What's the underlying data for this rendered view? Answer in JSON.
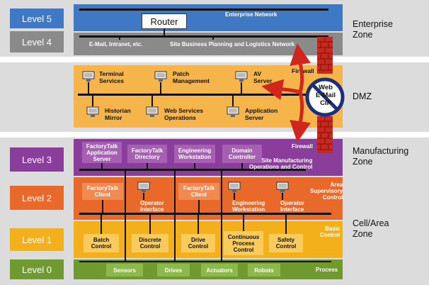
{
  "levels": {
    "l5": "Level 5",
    "l4": "Level 4",
    "l3": "Level 3",
    "l2": "Level 2",
    "l1": "Level 1",
    "l0": "Level 0"
  },
  "zones": {
    "enterprise": "Enterprise\nZone",
    "dmz": "DMZ",
    "manufacturing": "Manufacturing\nZone",
    "cell": "Cell/Area\nZone"
  },
  "enterprise": {
    "network": "Enterprise Network",
    "router": "Router",
    "email": "E-Mail, Intranet, etc.",
    "site_planning": "Site Business Planning and Logistics Network"
  },
  "dmz": {
    "firewall_top": "Firewall",
    "terminal": "Terminal\nServices",
    "patch": "Patch\nManagement",
    "av": "AV\nServer",
    "historian": "Historian\nMirror",
    "webservices": "Web Services\nOperations",
    "application": "Application\nServer",
    "blocked": "Web\nE-Mail\nCIP"
  },
  "manufacturing": {
    "firewall_bottom": "Firewall",
    "ft_app": "FactoryTalk\nApplication\nServer",
    "ft_dir": "FactoryTalk\nDirectory",
    "eng_ws": "Engineering\nWorkstation",
    "domain": "Domain\nController",
    "site_mfg": "Site Manufacturing\nOperations and Control"
  },
  "cell": {
    "area_supervisory": "Area\nSupervisory\nControl",
    "ft_client1": "FactoryTalk\nClient",
    "op_if1": "Operator\nInterface",
    "ft_client2": "FactoryTalk\nClient",
    "eng_ws2": "Engineering\nWorkstation",
    "op_if2": "Operator\nInterface",
    "basic_control": "Basic\nControl",
    "batch": "Batch\nControl",
    "discrete": "Discrete\nControl",
    "drive": "Drive\nControl",
    "continuous": "Continuous\nProcess\nControl",
    "safety": "Safety\nControl",
    "sensors": "Sensors",
    "drives": "Drives",
    "actuators": "Actuators",
    "robots": "Robots",
    "process": "Process"
  },
  "colors": {
    "blue": "#3f78c4",
    "gray": "#8a8a8a",
    "dmz": "#f6b54a",
    "purple": "#8a3d9a",
    "orange": "#e8692a",
    "yellow": "#f3b01a",
    "green": "#6f9a2e",
    "red": "#cc2a1f"
  }
}
